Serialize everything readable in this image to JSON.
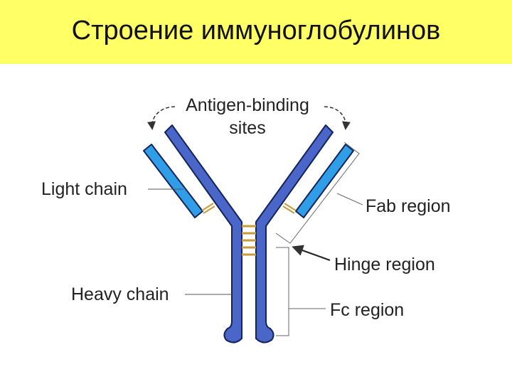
{
  "title": "Строение иммуноглобулинов",
  "labels": {
    "antigen_binding_line1": "Antigen-binding",
    "antigen_binding_line2": "sites",
    "light_chain": "Light chain",
    "heavy_chain": "Heavy chain",
    "fab_region": "Fab region",
    "hinge_region": "Hinge region",
    "fc_region": "Fc region"
  },
  "colors": {
    "title_background": "#ffff66",
    "heavy_chain": "#4a66c8",
    "light_chain": "#2f9ee6",
    "disulfide_bonds": "#c89a3c",
    "outline": "#14235a",
    "leader_lines": "#555555"
  }
}
